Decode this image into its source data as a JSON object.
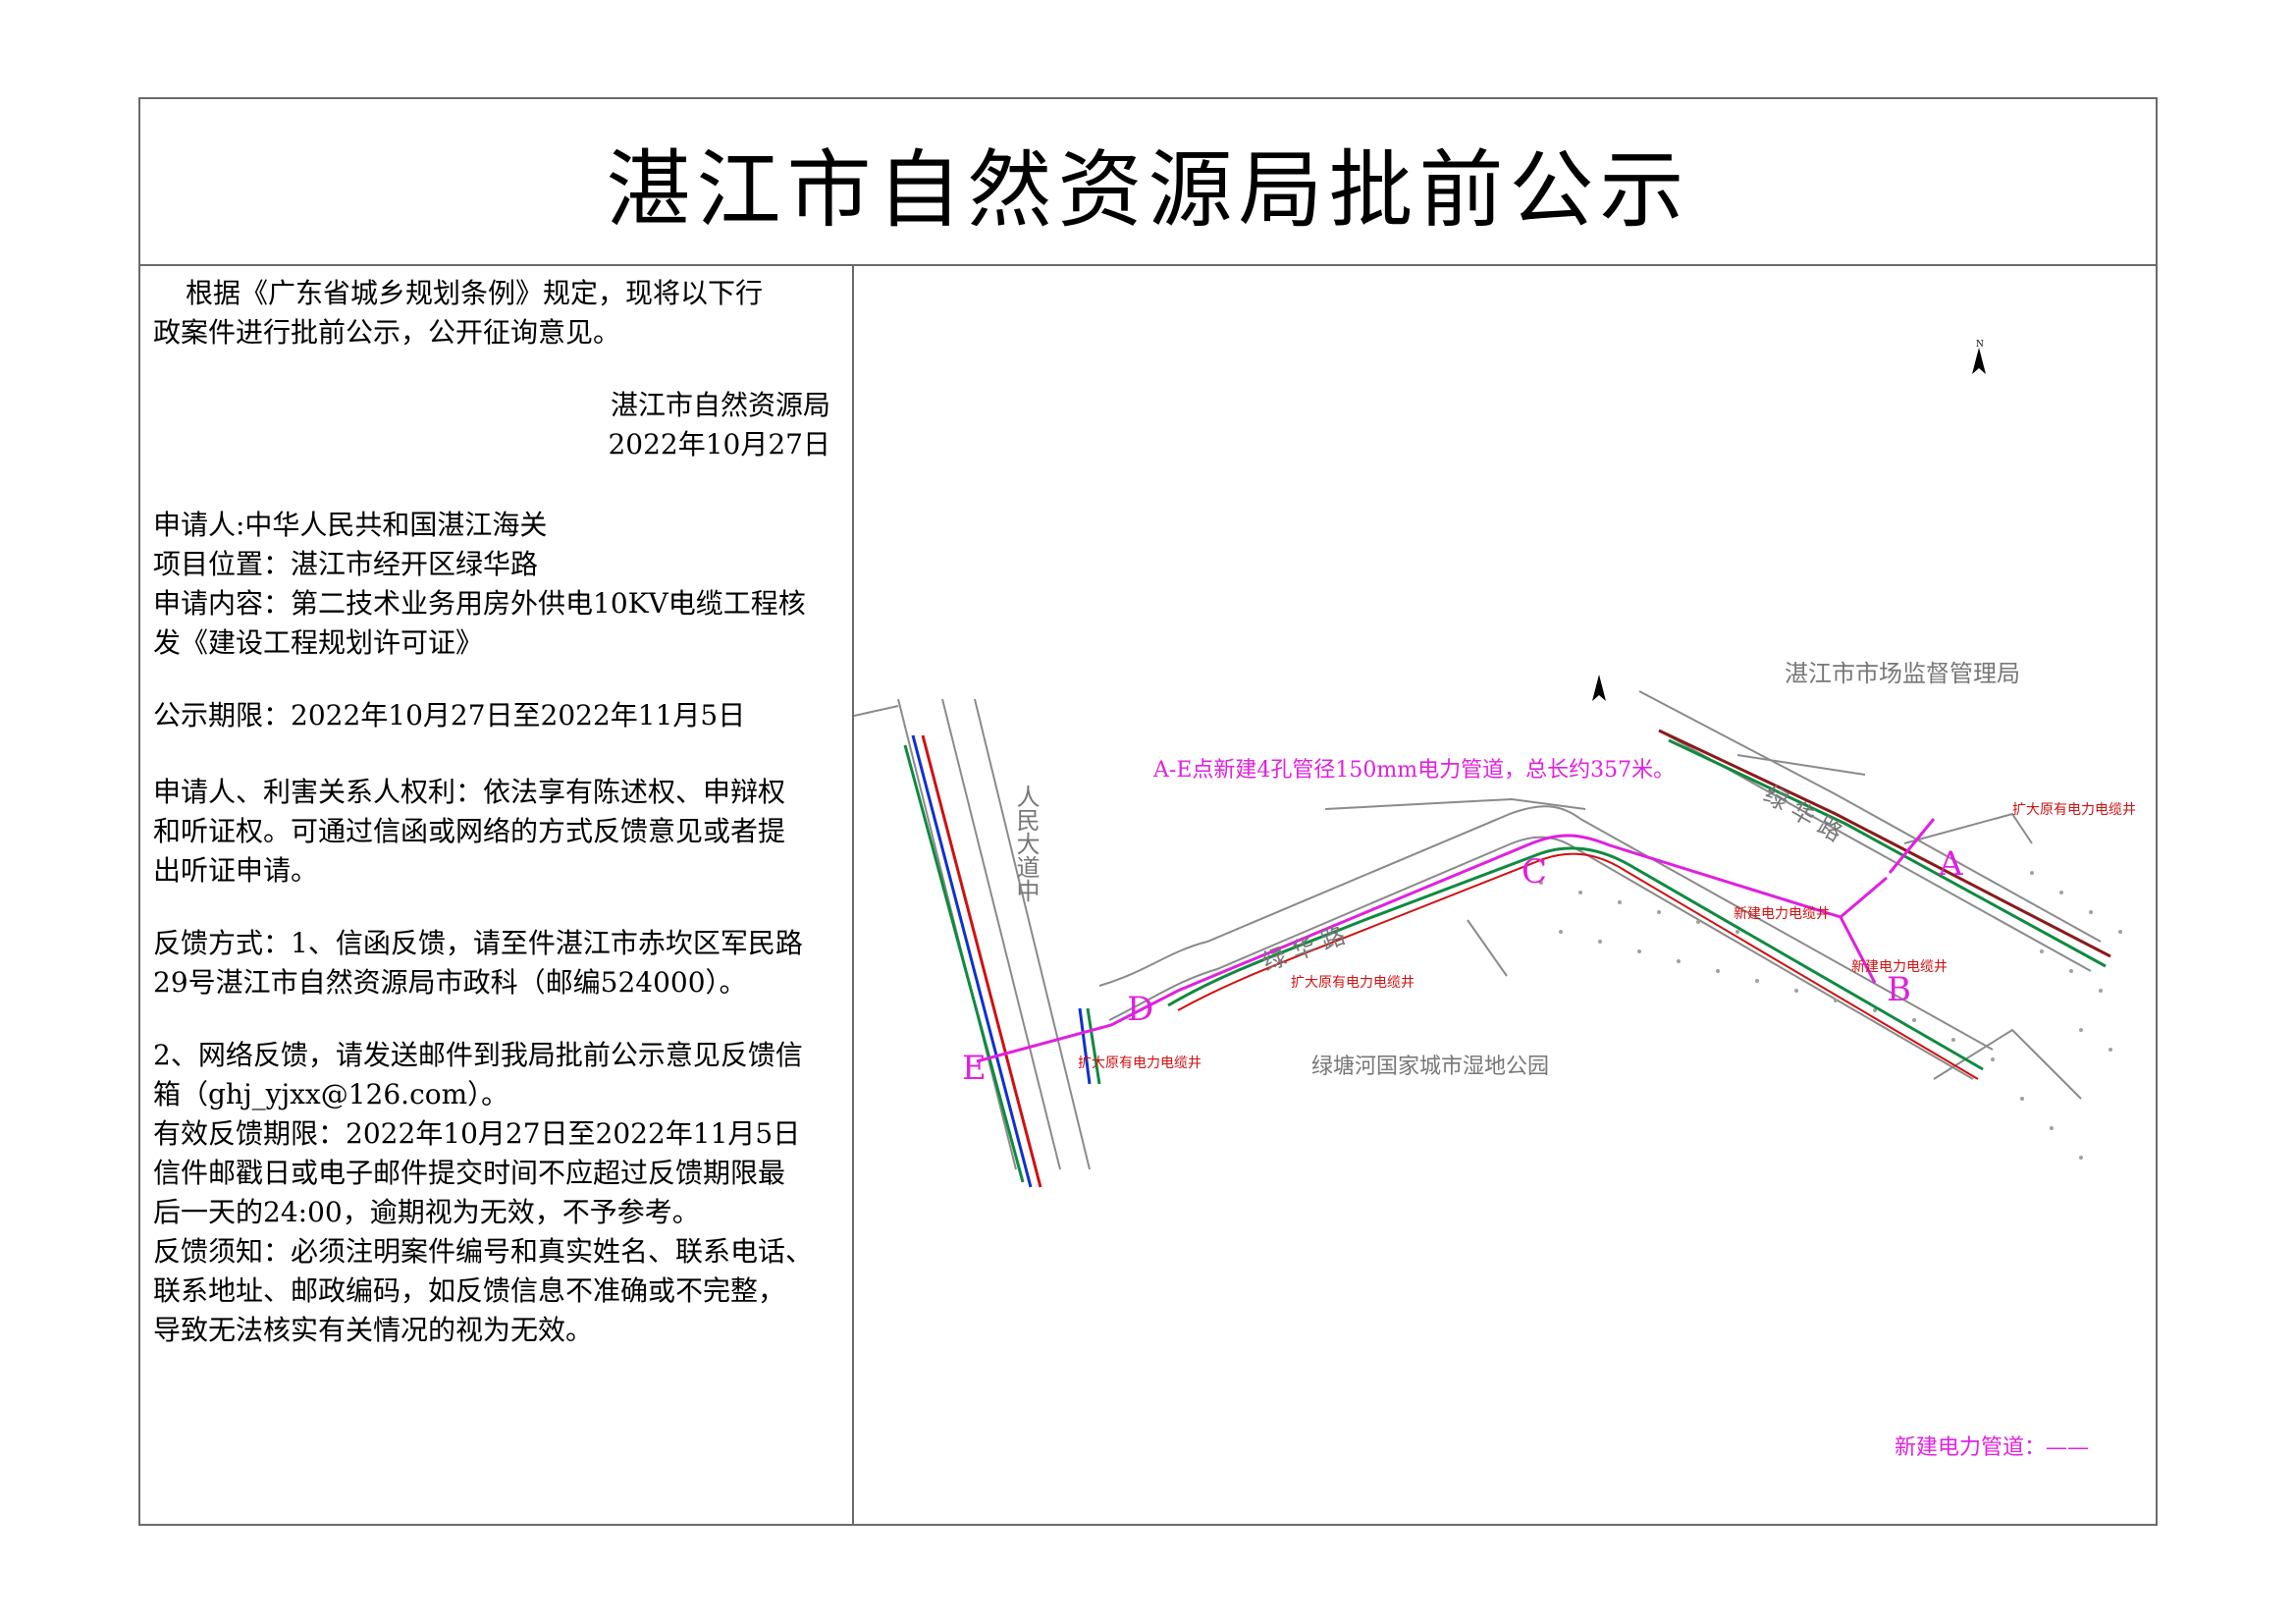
{
  "title": "湛江市自然资源局批前公示",
  "intro": [
    "根据《广东省城乡规划条例》规定，现将以下行",
    "政案件进行批前公示，公开征询意见。"
  ],
  "signature": {
    "org": "湛江市自然资源局",
    "date": "2022年10月27日"
  },
  "details": [
    "申请人:中华人民共和国湛江海关",
    "项目位置：湛江市经开区绿华路",
    "申请内容：第二技术业务用房外供电10KV电缆工程核",
    "发《建设工程规划许可证》"
  ],
  "period": "公示期限：2022年10月27日至2022年11月5日",
  "rights": [
    "申请人、利害关系人权利：依法享有陈述权、申辩权",
    "和听证权。可通过信函或网络的方式反馈意见或者提",
    "出听证申请。"
  ],
  "feedback1": [
    "反馈方式：1、信函反馈，请至件湛江市赤坎区军民路",
    "29号湛江市自然资源局市政科（邮编524000）。"
  ],
  "feedback2": [
    "2、网络反馈，请发送邮件到我局批前公示意见反馈信",
    "箱（ghj_yjxx@126.com）。",
    "有效反馈期限：2022年10月27日至2022年11月5日",
    "信件邮戳日或电子邮件提交时间不应超过反馈期限最",
    "后一天的24:00，逾期视为无效，不予参考。",
    "反馈须知：必须注明案件编号和真实姓名、联系电话、",
    "联系地址、邮政编码，如反馈信息不准确或不完整，",
    "导致无法核实有关情况的视为无效。"
  ],
  "map": {
    "colors": {
      "pipe": "#e020e0",
      "existing": "#d01010",
      "road": "#8a8a8a",
      "green": "#108a40",
      "blue": "#1030d0"
    },
    "labels": {
      "pipe_note": "A-E点新建4孔管径150mm电力管道，总长约357米。",
      "bureau": "湛江市市场监督管理局",
      "park": "绿塘河国家城市湿地公园",
      "road_lvhua_1": "绿 华 路",
      "road_lvhua_2": "绿 华 路",
      "road_renmin": "人民大道中",
      "well_ext_a": "扩大原有电力电缆井",
      "well_ext_d": "扩大原有电力电缆井",
      "well_ext_e": "扩大原有电力电缆井",
      "well_new_1": "新建电力电缆井",
      "well_new_2": "新建电力电缆井",
      "legend": "新建电力管道：——"
    },
    "points": {
      "A": "A",
      "B": "B",
      "C": "C",
      "D": "D",
      "E": "E"
    }
  }
}
